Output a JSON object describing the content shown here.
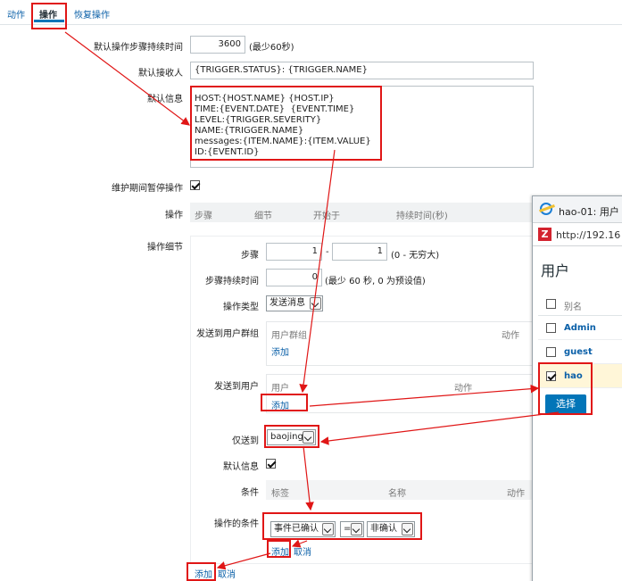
{
  "tabs": [
    {
      "label": "动作"
    },
    {
      "label": "操作"
    },
    {
      "label": "恢复操作"
    }
  ],
  "form": {
    "step_duration_label": "默认操作步骤持续时间",
    "step_duration_value": "3600",
    "step_duration_hint": "(最少60秒)",
    "recipient_label": "默认接收人",
    "recipient_value": "{TRIGGER.STATUS}: {TRIGGER.NAME}",
    "message_label": "默认信息",
    "message_value": "HOST:{HOST.NAME} {HOST.IP}\nTIME:{EVENT.DATE}  {EVENT.TIME}\nLEVEL:{TRIGGER.SEVERITY}\nNAME:{TRIGGER.NAME}\nmessages:{ITEM.NAME}:{ITEM.VALUE}\nID:{EVENT.ID}",
    "pause_label": "维护期间暂停操作",
    "pause_checked": true,
    "operations_label": "操作",
    "operations_columns": [
      "步骤",
      "细节",
      "开始于",
      "持续时间(秒)"
    ],
    "details_label": "操作细节"
  },
  "details": {
    "steps_label": "步骤",
    "step_from": "1",
    "step_sep": "-",
    "step_to": "1",
    "step_hint": "(0 - 无穷大)",
    "step_duration_label": "步骤持续时间",
    "step_duration_value": "0",
    "step_duration_hint": "(最少 60 秒, 0 为预设值)",
    "op_type_label": "操作类型",
    "op_type_value": "发送消息",
    "send_groups_label": "发送到用户群组",
    "groups_columns": [
      "用户群组",
      "动作"
    ],
    "groups_add": "添加",
    "send_users_label": "发送到用户",
    "users_columns": [
      "用户",
      "动作"
    ],
    "users_add": "添加",
    "send_only_label": "仅送到",
    "send_only_value": "baojing",
    "default_msg_label": "默认信息",
    "default_msg_checked": true,
    "conditions_label": "条件",
    "conditions_columns": [
      "标签",
      "名称",
      "动作"
    ],
    "op_conditions_label": "操作的条件",
    "cond_type": "事件已确认",
    "cond_op": "=",
    "cond_value": "非确认",
    "cond_add": "添加",
    "cond_cancel": "取消"
  },
  "footer": {
    "add": "添加",
    "cancel": "取消"
  },
  "popup": {
    "title": "hao-01: 用户",
    "url": "http://192.16",
    "heading": "用户",
    "column_alias": "别名",
    "users": [
      {
        "name": "Admin",
        "checked": false
      },
      {
        "name": "guest",
        "checked": false
      },
      {
        "name": "hao",
        "checked": true
      }
    ],
    "select_button": "选择"
  },
  "colors": {
    "accent": "#0275b8",
    "link": "#0b60a8",
    "highlight_box": "#e01616"
  }
}
